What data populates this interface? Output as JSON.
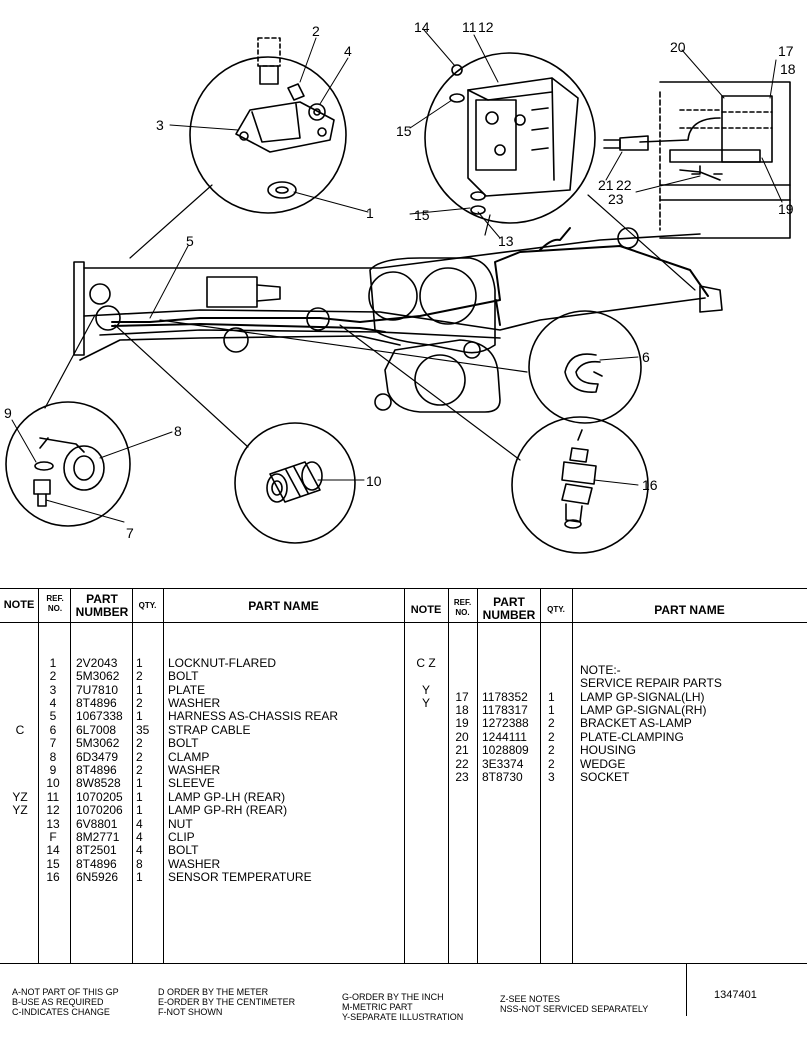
{
  "callouts": [
    "1",
    "2",
    "3",
    "4",
    "5",
    "6",
    "7",
    "8",
    "9",
    "10",
    "11",
    "12",
    "13",
    "14",
    "15",
    "15",
    "16",
    "17",
    "18",
    "19",
    "20",
    "21",
    "22",
    "23"
  ],
  "table": {
    "headers": {
      "note": "NOTE",
      "ref_no": "REF. NO.",
      "part_number": "PART NUMBER",
      "qty": "QTY.",
      "part_name": "PART NAME"
    },
    "left_rows": {
      "note": [
        "",
        "",
        "",
        "",
        "",
        "C",
        "",
        "",
        "",
        "",
        "YZ",
        "YZ",
        "",
        "",
        "",
        "",
        ""
      ],
      "ref": [
        "1",
        "2",
        "3",
        "4",
        "5",
        "6",
        "7",
        "8",
        "9",
        "10",
        "11",
        "12",
        "13",
        "F",
        "14",
        "15",
        "16"
      ],
      "part": [
        "2V2043",
        "5M3062",
        "7U7810",
        "8T4896",
        "1067338",
        "6L7008",
        "5M3062",
        "6D3479",
        "8T4896",
        "8W8528",
        "1070205",
        "1070206",
        "6V8801",
        "8M2771",
        "8T2501",
        "8T4896",
        "6N5926"
      ],
      "qty": [
        "1",
        "2",
        "1",
        "2",
        "1",
        "35",
        "2",
        "2",
        "2",
        "1",
        "1",
        "1",
        "4",
        "4",
        "4",
        "8",
        "1"
      ],
      "name": [
        "LOCKNUT-FLARED",
        "BOLT",
        "PLATE",
        "WASHER",
        "HARNESS AS-CHASSIS REAR",
        "STRAP CABLE",
        "BOLT",
        "CLAMP",
        "WASHER",
        "SLEEVE",
        "LAMP GP-LH (REAR)",
        "LAMP GP-RH (REAR)",
        "NUT",
        "CLIP",
        "BOLT",
        "WASHER",
        "SENSOR TEMPERATURE"
      ]
    },
    "right_rows": {
      "note": [
        "C Z",
        "",
        "Y",
        "Y",
        "",
        "",
        "",
        "",
        ""
      ],
      "ref": [
        "",
        "",
        "17",
        "18",
        "19",
        "20",
        "21",
        "22",
        "23"
      ],
      "part": [
        "",
        "",
        "1178352",
        "1178317",
        "1272388",
        "1244111",
        "1028809",
        "3E3374",
        "8T8730"
      ],
      "qty": [
        "",
        "",
        "1",
        "1",
        "2",
        "2",
        "2",
        "2",
        "3"
      ],
      "name": [
        "NOTE:-",
        "SERVICE REPAIR PARTS",
        "LAMP GP-SIGNAL(LH)",
        "LAMP GP-SIGNAL(RH)",
        "BRACKET AS-LAMP",
        "PLATE-CLAMPING",
        "HOUSING",
        "WEDGE",
        "SOCKET"
      ]
    }
  },
  "footer": {
    "col1": [
      "A-NOT PART OF THIS GP",
      "B-USE AS REQUIRED",
      "C-INDICATES CHANGE"
    ],
    "col2": [
      "D ORDER BY THE METER",
      "E-ORDER BY THE CENTIMETER",
      "F-NOT SHOWN"
    ],
    "col3": [
      "G-ORDER BY THE INCH",
      "M-METRIC PART",
      "Y-SEPARATE ILLUSTRATION"
    ],
    "col4": [
      "Z-SEE NOTES",
      "NSS-NOT SERVICED SEPARATELY"
    ],
    "figure_number": "1347401"
  }
}
